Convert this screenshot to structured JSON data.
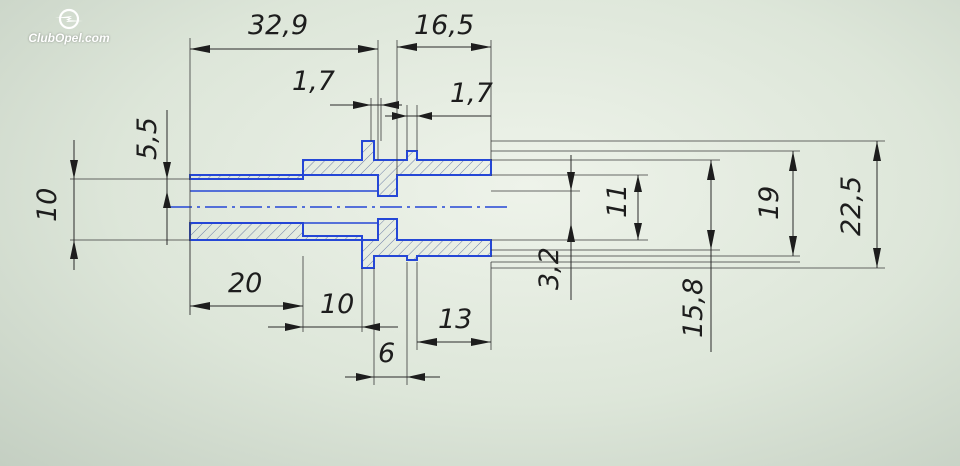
{
  "logo": {
    "text": "ClubOpel.com"
  },
  "colors": {
    "part": "#2547d6",
    "ink": "#1d1d1d",
    "background": "#e4ebe0"
  },
  "dimensions": {
    "d_32_9": "32,9",
    "d_16_5": "16,5",
    "d_1_7_left": "1,7",
    "d_1_7_right": "1,7",
    "d_5_5": "5,5",
    "d_10_left": "10",
    "d_20": "20",
    "d_10_bottom": "10",
    "d_6": "6",
    "d_13": "13",
    "d_3_2": "3,2",
    "d_11": "11",
    "d_15_8": "15,8",
    "d_19": "19",
    "d_22_5": "22,5"
  }
}
